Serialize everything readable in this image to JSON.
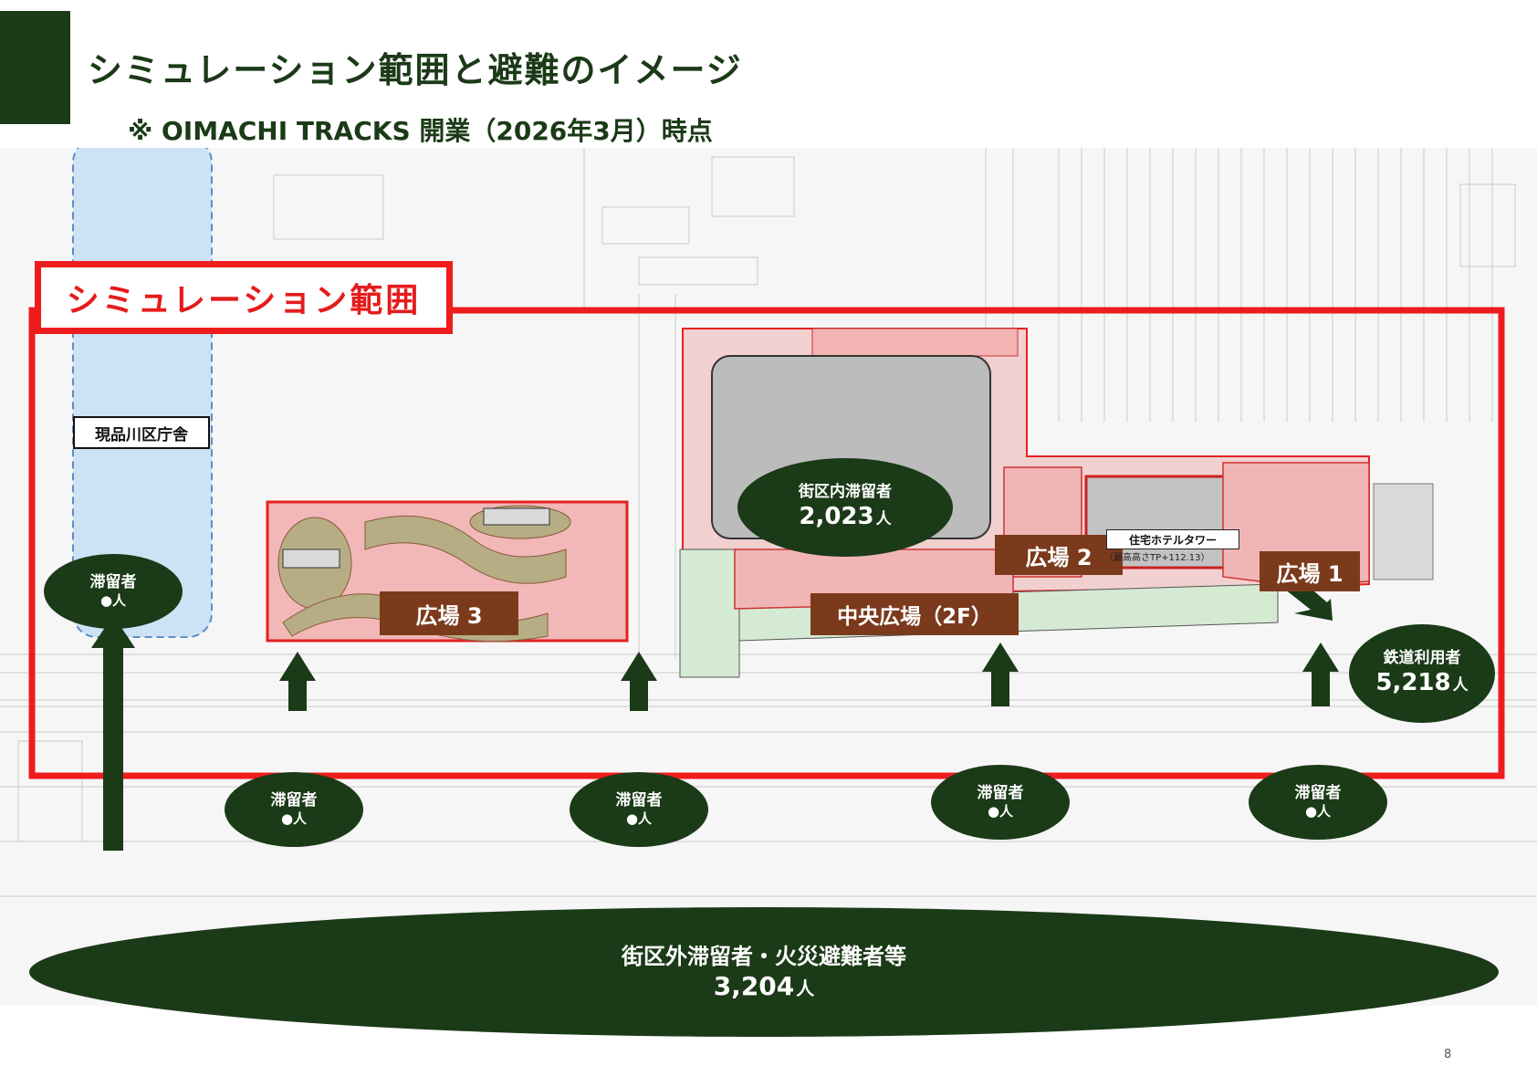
{
  "header": {
    "title": "シミュレーション範囲と避難のイメージ",
    "subtitle": "※ OIMACHI TRACKS 開業（2026年3月）時点"
  },
  "labels": {
    "simulation_range": "シミュレーション範囲",
    "current_city_hall": "現品川区庁舎",
    "plaza_3": "広場 3",
    "plaza_2": "広場 2",
    "plaza_1": "広場 1",
    "central_plaza": "中央広場（2F）",
    "tower": "住宅ホテルタワー",
    "tower_height": "（最高高さTP+112.13）"
  },
  "people": {
    "in_block": {
      "label": "街区内滞留者",
      "value": "2,023",
      "unit": "人"
    },
    "rail_users": {
      "label": "鉄道利用者",
      "value": "5,218",
      "unit": "人"
    },
    "outside": {
      "label": "街区外滞留者・火災避難者等",
      "value": "3,204",
      "unit": "人"
    },
    "staying_label": "滞留者",
    "staying_value": "●人"
  },
  "colors": {
    "brand_green": "#1b3a17",
    "range_red": "#ee1c1c",
    "plaza_brown": "#7b3a1b",
    "plaza_fill": "#f2b3b3",
    "hall_blue": "#cde3f5"
  },
  "page_number": "8"
}
